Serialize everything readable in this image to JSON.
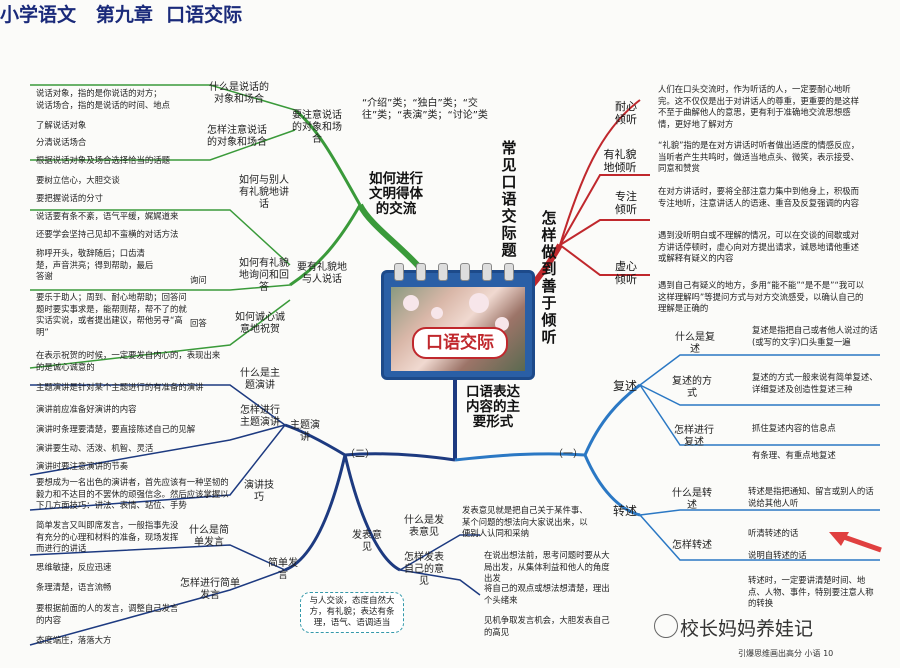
{
  "title": "小学语文   第九章  口语交际",
  "center": {
    "label": "口语交际"
  },
  "branches": {
    "top_left": {
      "main": "如何进行文明得体的交流",
      "sub1": {
        "label": "要注意说话的对象和场合",
        "a": {
          "label": "什么是说话的对象和场合",
          "notes": [
            "说话对象，指的是你说话的对方；",
            "说话场合，指的是说话的时间、地点"
          ]
        },
        "b": {
          "label": "怎样注意说话的对象和场合",
          "notes": [
            "了解说话对象",
            "分清说话场合",
            "根据说话对象及场合选择恰当的话题"
          ]
        }
      },
      "sub2": {
        "label": "要有礼貌地与人说话",
        "a": {
          "label": "如何与别人有礼貌地讲话",
          "notes": [
            "要树立信心，大胆交谈",
            "要把握说话的分寸",
            "说话要有条不紊，语气平缓，娓娓道来",
            "还要学会坚持己见却不蛮横的对话方法"
          ]
        },
        "b": {
          "label": "如何有礼貌地询问和回答",
          "ask": "询问",
          "answer": "回答",
          "ask_note": "称呼开头，敬辞随后；口齿清楚，声音洪亮；得到帮助，最后答谢",
          "answer_note": "要乐于助人；周到、耐心地帮助；回答问题时要实事求是，能帮则帮，帮不了的就实话实说，或者提出建议，帮他另寻“高明”"
        },
        "c": {
          "label": "如何诚心诚意地祝贺",
          "note": "在表示祝贺的时候，一定要发自内心的，表现出来的是诚心诚意的"
        }
      }
    },
    "top_mid": {
      "main": "常见口语交际题",
      "types": "“介绍”类；“独白”类；“交往”类；“表演”类；“讨论”类"
    },
    "top_right": {
      "main": "怎样做到善于倾听",
      "items": [
        {
          "label": "耐心倾听",
          "note": "人们在口头交流时，作为听话的人，一定要耐心地听完。这不仅仅是出于对讲话人的尊重，更重要的是这样不至于曲解他人的意思，更有利于准确地交流思想感情，更好地了解对方"
        },
        {
          "label": "有礼貌地倾听",
          "note": "“礼貌”指的是在对方讲话时听者做出适度的情感反应，当听者产生共鸣时，做适当地点头、微笑，表示接受、同意和赞赏"
        },
        {
          "label": "专注倾听",
          "note": "在对方讲话时，要将全部注意力集中到他身上，积极而专注地听，注意讲话人的语速、重音及反复强调的内容"
        },
        {
          "label": "虚心倾听",
          "note": "遇到没听明白或不理解的情况，可以在交谈的间歇或对方讲话停顿时，虚心向对方提出请求，诚恳地请他重述或解释有疑义的内容",
          "note2": "遇到自己有疑义的地方，多用“能不能”“是不是”“我可以这样理解吗”等提问方式与对方交流感受，以确认自己的理解是正确的"
        }
      ]
    },
    "bottom_mid": {
      "main": "口语表达内容的主要形式",
      "left_tag": "（二）",
      "right_tag": "（一）"
    },
    "bottom_left": {
      "speech": {
        "label": "主题演讲",
        "a": {
          "label": "什么是主题演讲",
          "note": "主题演讲是针对某个主题进行的有准备的演讲"
        },
        "b": {
          "label": "怎样进行主题演讲",
          "notes": [
            "演讲前应准备好演讲的内容",
            "演讲时条理要清楚，要直接陈述自己的见解",
            "演讲要生动、活泼、机智、灵活",
            "演讲时要注意演讲的节奏"
          ]
        },
        "c": {
          "label": "演讲技巧",
          "note": "要想成为一名出色的演讲者，首先应该有一种坚韧的毅力和不达目的不罢休的顽强信念。然后应该掌握以下几方面技巧：讲法、表情、站位、手势"
        }
      },
      "brief": {
        "label": "简单发言",
        "a": {
          "label": "什么是简单发言",
          "note": "简单发言又叫即席发言，一般指事先没有充分的心理和材料的准备，现场发挥而进行的讲话"
        },
        "b": {
          "label": "怎样进行简单发言",
          "notes": [
            "思维敏捷，反应迅速",
            "条理清楚，语言流畅",
            "要根据前面的人的发言，调整自己发言的内容",
            "态度端庄，落落大方"
          ]
        }
      },
      "opinion": {
        "label": "发表意见",
        "a": {
          "label": "什么是发表意见",
          "note": "发表意见就是把自己关于某件事、某个问题的想法向大家说出来，以便别人认同和采纳"
        },
        "b": {
          "label": "怎样发表自己的意见",
          "notes": [
            "在说出想法前，思考问题时要从大局出发，从集体利益和他人的角度出发",
            "将自己的观点或想法想清楚，理出个头绪来",
            "见机争取发言机会，大胆发表自己的高见"
          ]
        },
        "tip": "与人交谈，态度自然大方，有礼貌；表达有条理，语气、语调适当"
      }
    },
    "bottom_right": {
      "retell": {
        "label": "复述",
        "a": {
          "label": "什么是复述",
          "note": "复述是指把自己或者他人说过的话(或写的文字)口头重复一遍"
        },
        "b": {
          "label": "复述的方式",
          "note": "复述的方式一般来说有简单复述、详细复述及创造性复述三种"
        },
        "c": {
          "label": "怎样进行复述",
          "notes": [
            "抓住复述内容的信息点",
            "有条理、有重点地复述"
          ]
        }
      },
      "relay": {
        "label": "转述",
        "a": {
          "label": "什么是转述",
          "note": "转述是指把通知、留言或别人的话说给其他人听"
        },
        "b": {
          "label": "怎样转述",
          "notes": [
            "听清转述的话",
            "说明自转述的话",
            "转述时，一定要讲清楚时间、地点、人物、事件，特别要注意人称的转换"
          ]
        }
      }
    }
  },
  "watermark": "校长妈妈养娃记",
  "footer": "引爆思维画出高分  小语  10",
  "colors": {
    "title": "#1a2a7a",
    "red": "#c0282d",
    "green": "#3a9a3a",
    "blue": "#2b78c4",
    "navy": "#1d3a80"
  }
}
